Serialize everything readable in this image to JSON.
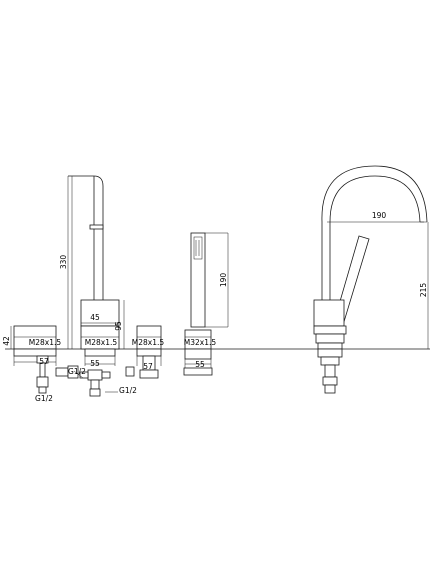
{
  "base_line": {
    "color": "#1a1a1a"
  },
  "components": {
    "valve_left": {
      "thread": "M28x1.5",
      "width": "57",
      "height": "42",
      "outlet": "G1/2"
    },
    "spout": {
      "height": "330",
      "base_width": "45",
      "base_height": "95",
      "thread": "M28x1.5",
      "width": "55",
      "outlet": "G1/2"
    },
    "valve_mid": {
      "thread": "M28x1.5",
      "width": "57"
    },
    "handshower": {
      "height": "190",
      "thread": "M32x1.5",
      "width": "55"
    },
    "side_view": {
      "reach": "190",
      "height": "215"
    }
  }
}
